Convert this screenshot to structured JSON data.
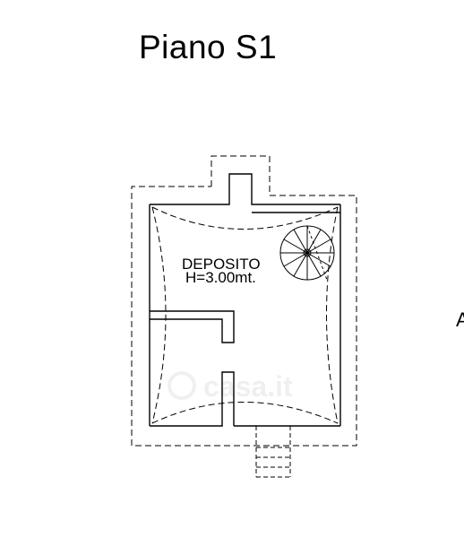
{
  "plan": {
    "title": "Piano S1",
    "room": {
      "name": "DEPOSITO",
      "height": "H=3.00mt."
    },
    "edge_letter": "A",
    "watermark": {
      "text": "casa.it"
    }
  }
}
